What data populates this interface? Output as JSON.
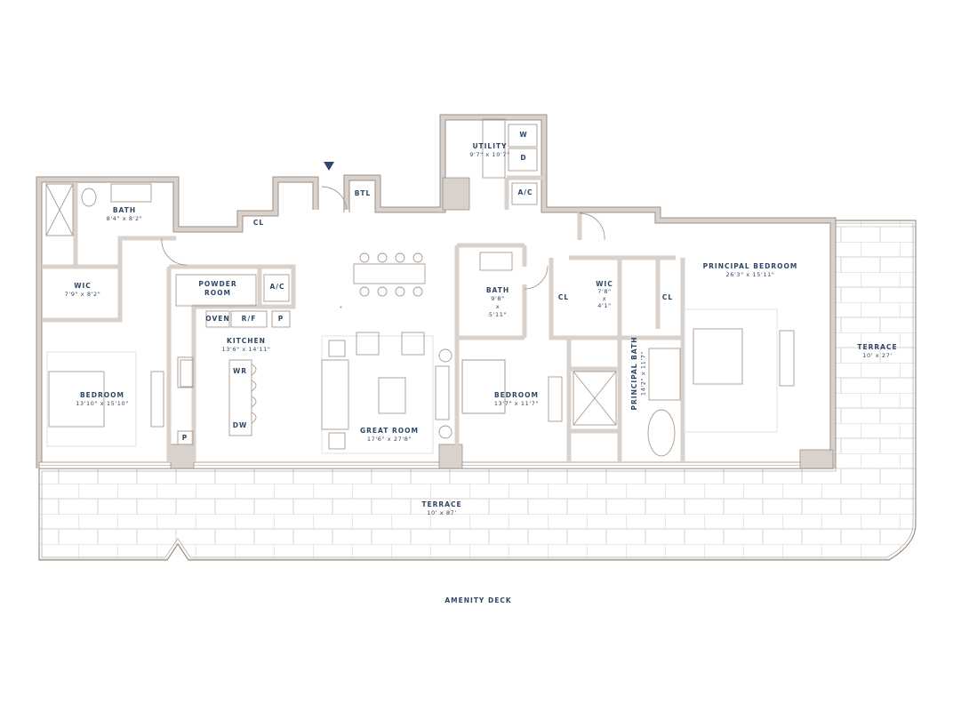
{
  "colors": {
    "label": "#2f4766",
    "wall_fill": "#d9d2cc",
    "wall_line": "#9c8f85",
    "furniture": "#a8998e",
    "terrace_line": "#dedad6"
  },
  "entry_icon": "entry-triangle-icon",
  "rooms": {
    "bath1": {
      "name": "BATH",
      "dims": "8'4\" x 8'2\""
    },
    "wic1": {
      "name": "WIC",
      "dims": "7'9\" x 8'2\""
    },
    "cl_entry": {
      "name": "CL"
    },
    "btl": {
      "name": "BTL"
    },
    "powder": {
      "name": "POWDER",
      "name2": "ROOM"
    },
    "ac1": {
      "name": "A/C"
    },
    "utility": {
      "name": "UTILITY",
      "dims": "9'7\" x 10'7\""
    },
    "washer": {
      "name": "W"
    },
    "dryer": {
      "name": "D"
    },
    "ac2": {
      "name": "A/C"
    },
    "oven": {
      "name": "OVEN"
    },
    "rf": {
      "name": "R/F"
    },
    "pantry1": {
      "name": "P"
    },
    "pantry2": {
      "name": "P"
    },
    "kitchen": {
      "name": "KITCHEN",
      "dims": "13'6\" x 14'11\""
    },
    "wr": {
      "name": "WR"
    },
    "dw": {
      "name": "DW"
    },
    "great_room": {
      "name": "GREAT ROOM",
      "dims": "17'6\" x 27'8\""
    },
    "bath2": {
      "name": "BATH",
      "d1": "9'8\"",
      "d2": "x",
      "d3": "5'11\""
    },
    "cl2": {
      "name": "CL"
    },
    "wic2": {
      "name": "WIC",
      "d1": "7'8\"",
      "d2": "x",
      "d3": "4'1\""
    },
    "cl3": {
      "name": "CL"
    },
    "principal_bedroom": {
      "name": "PRINCIPAL BEDROOM",
      "dims": "26'3\" x 15'11\""
    },
    "bedroom2": {
      "name": "BEDROOM",
      "dims": "13'7\" x 11'7\""
    },
    "principal_bath": {
      "name": "PRINCIPAL BATH",
      "dims": "14'2\" x 11'7\""
    },
    "bedroom1": {
      "name": "BEDROOM",
      "dims": "13'10\" x 15'10\""
    },
    "terrace_side": {
      "name": "TERRACE",
      "dims": "10' x 27'"
    },
    "terrace_main": {
      "name": "TERRACE",
      "dims": "10' x 87'"
    },
    "amenity_deck": {
      "name": "AMENITY DECK"
    }
  }
}
